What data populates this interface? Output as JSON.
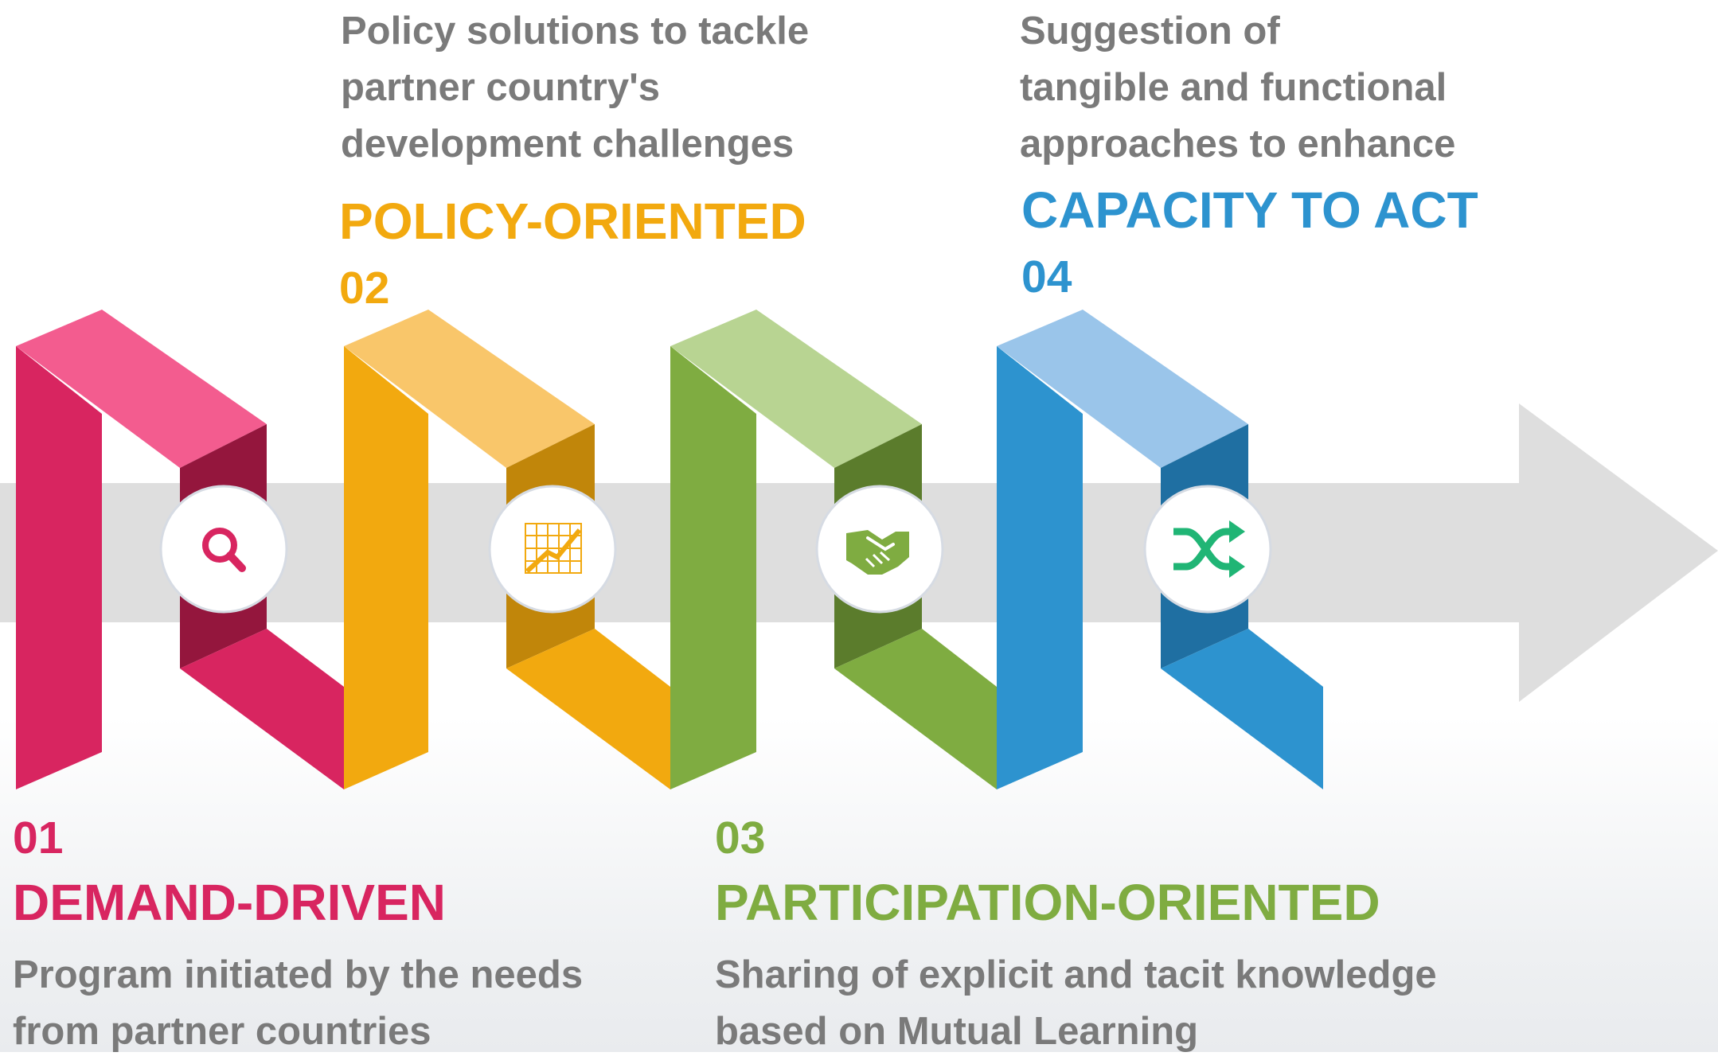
{
  "colors": {
    "demand": "#d82560",
    "policy": "#f2a90f",
    "participation": "#7fac41",
    "capacity": "#2d93cf",
    "description": "#7a7a7a",
    "arrow": "#dedede"
  },
  "steps": [
    {
      "number": "01",
      "title": "DEMAND-DRIVEN",
      "description": [
        "Program initiated by the needs",
        "from partner countries"
      ],
      "icon": "search-icon"
    },
    {
      "number": "02",
      "title": "POLICY-ORIENTED",
      "description": [
        "Policy solutions to tackle",
        "partner country's",
        "development challenges"
      ],
      "icon": "chart-icon"
    },
    {
      "number": "03",
      "title": "PARTICIPATION-ORIENTED",
      "description": [
        "Sharing of explicit and tacit knowledge",
        "based on Mutual Learning"
      ],
      "icon": "handshake-icon"
    },
    {
      "number": "04",
      "title": "CAPACITY TO ACT",
      "description": [
        "Suggestion of",
        "tangible and functional",
        "approaches to enhance"
      ],
      "icon": "shuffle-icon"
    }
  ]
}
